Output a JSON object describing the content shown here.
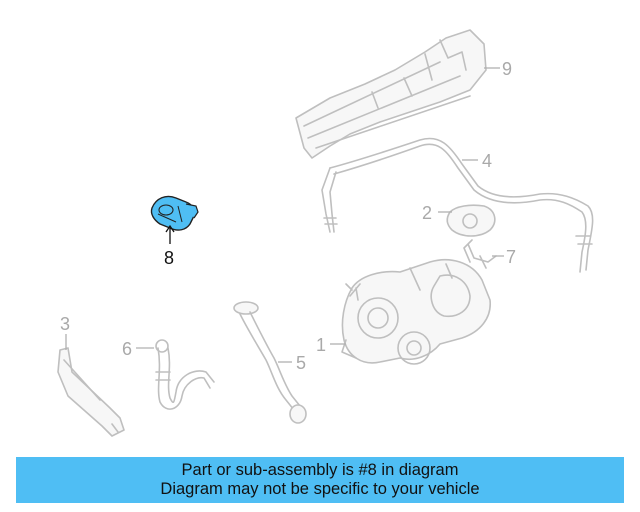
{
  "callouts": {
    "c1": "1",
    "c2": "2",
    "c3": "3",
    "c4": "4",
    "c5": "5",
    "c6": "6",
    "c7": "7",
    "c8": "8",
    "c9": "9"
  },
  "highlighted_part": "8",
  "banner": {
    "line1": "Part or sub-assembly is #8 in diagram",
    "line2": "Diagram may not be specific to your vehicle"
  },
  "colors": {
    "highlight": "#4fbef4",
    "banner": "#4fbef4",
    "faded_parts": "#bfbfbf"
  }
}
